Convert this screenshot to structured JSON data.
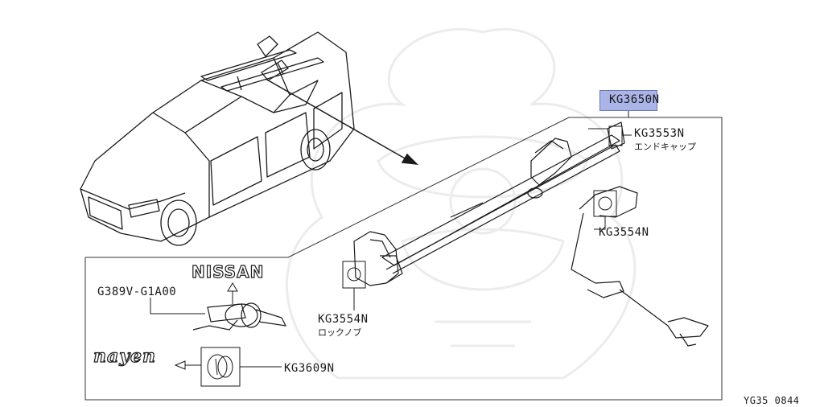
{
  "diagram": {
    "ref_code": "YG35 0844",
    "brand_text": "NISSAN",
    "key_brand_text": "nayen",
    "parts": {
      "assembly": "KG3650N",
      "end_cap": {
        "part_no": "KG3553N",
        "name_jp": "エンドキャップ"
      },
      "lock_knob_right": {
        "part_no": "KG3554N"
      },
      "lock_knob_left": {
        "part_no": "KG3554N",
        "name_jp": "ロックノブ"
      },
      "key": "G389V-G1A00",
      "key_cap": "KG3609N"
    },
    "colors": {
      "highlight": "#aab4e6",
      "line": "#1a1a1a",
      "watermark": "#ececec"
    }
  }
}
